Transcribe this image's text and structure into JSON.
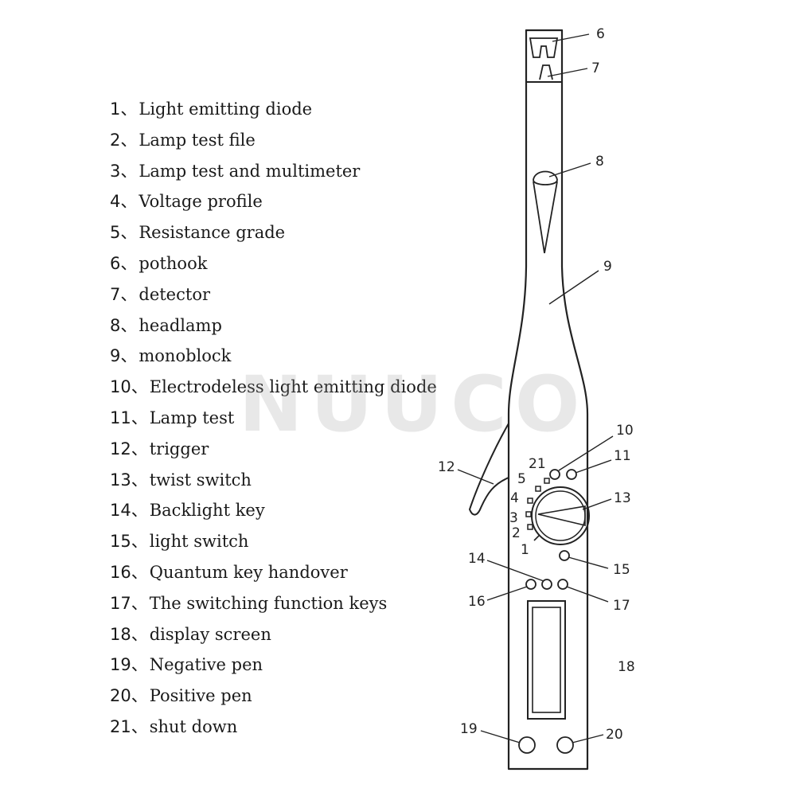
{
  "legend": [
    {
      "num": "1",
      "sep": "、",
      "label": "Light emitting diode"
    },
    {
      "num": "2",
      "sep": "、",
      "label": "Lamp test file"
    },
    {
      "num": "3",
      "sep": "、",
      "label": "Lamp test and multimeter"
    },
    {
      "num": "4",
      "sep": "、",
      "label": "Voltage profile"
    },
    {
      "num": "5",
      "sep": "、",
      "label": "Resistance grade"
    },
    {
      "num": "6",
      "sep": "、",
      "label": "pothook"
    },
    {
      "num": "7",
      "sep": "、",
      "label": "detector"
    },
    {
      "num": "8",
      "sep": "、",
      "label": "headlamp"
    },
    {
      "num": "9",
      "sep": "、",
      "label": "monoblock"
    },
    {
      "num": "10",
      "sep": "、",
      "label": "Electrodeless light emitting diode"
    },
    {
      "num": "11",
      "sep": "、",
      "label": "Lamp test"
    },
    {
      "num": "12",
      "sep": "、",
      "label": "trigger"
    },
    {
      "num": "13",
      "sep": "、",
      "label": "twist switch"
    },
    {
      "num": "14",
      "sep": "、",
      "label": "Backlight key"
    },
    {
      "num": "15",
      "sep": "、",
      "label": "light switch"
    },
    {
      "num": "16",
      "sep": "、",
      "label": "Quantum key handover"
    },
    {
      "num": "17",
      "sep": "、",
      "label": "The switching function keys"
    },
    {
      "num": "18",
      "sep": "、",
      "label": "display screen"
    },
    {
      "num": "19",
      "sep": "、",
      "label": "Negative pen"
    },
    {
      "num": "20",
      "sep": "、",
      "label": "Positive pen"
    },
    {
      "num": "21",
      "sep": "、",
      "label": "shut down"
    }
  ],
  "callouts": {
    "c1": "1",
    "c2": "2",
    "c3": "3",
    "c4": "4",
    "c5": "5",
    "c6": "6",
    "c7": "7",
    "c8": "8",
    "c9": "9",
    "c10": "10",
    "c11": "11",
    "c12": "12",
    "c13": "13",
    "c14": "14",
    "c15": "15",
    "c16": "16",
    "c17": "17",
    "c18": "18",
    "c19": "19",
    "c20": "20",
    "c21": "21"
  },
  "watermark": "NUUCO"
}
